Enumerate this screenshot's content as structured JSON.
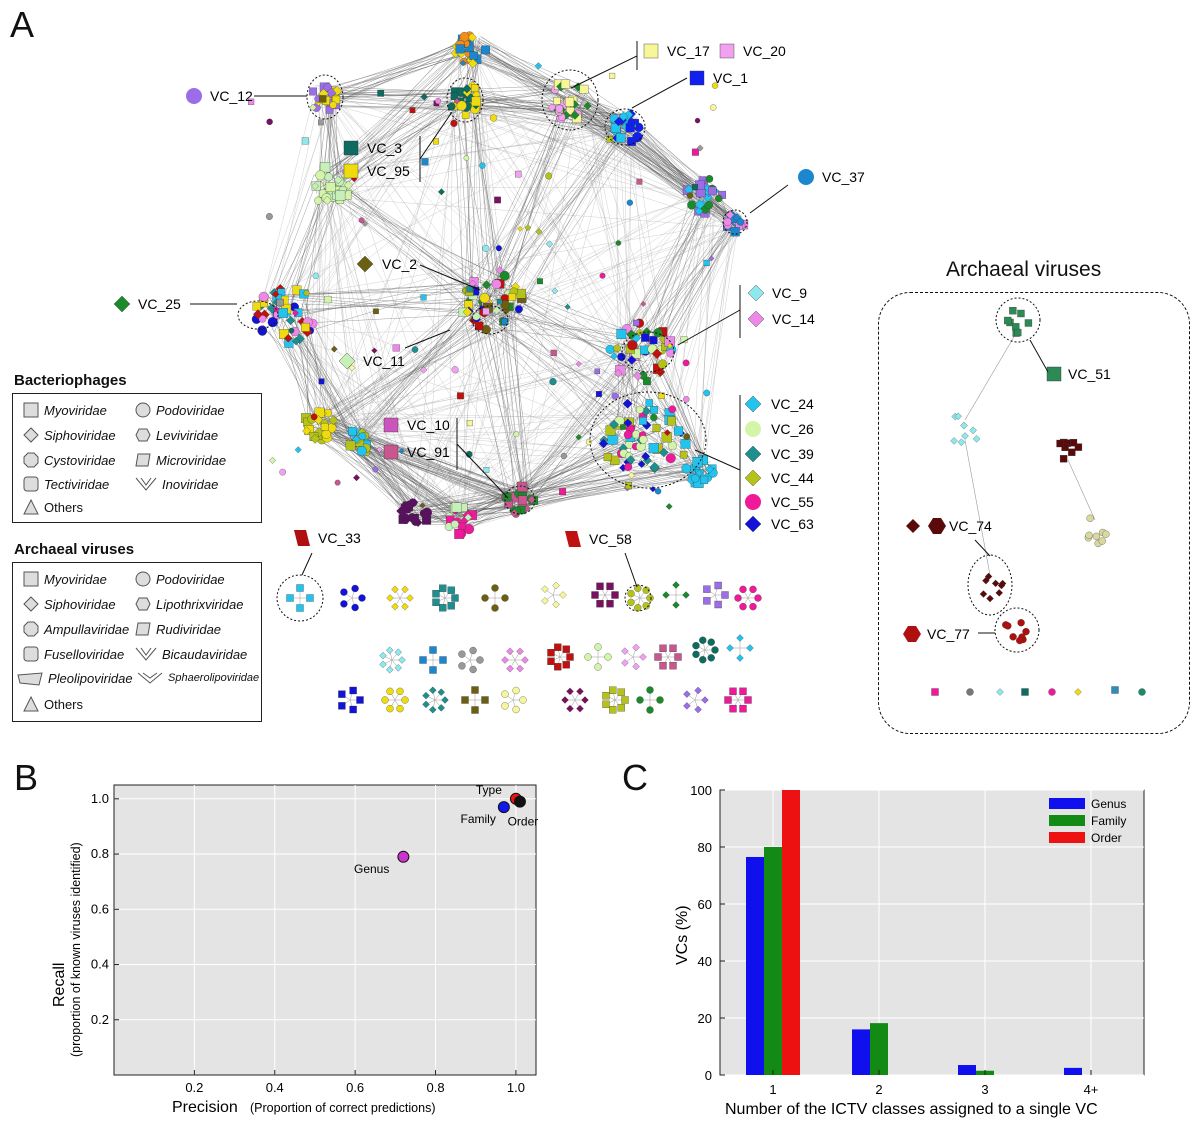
{
  "panels": {
    "a": "A",
    "b": "B",
    "c": "C"
  },
  "network": {
    "vc_labels": [
      {
        "id": "VC_12",
        "color": "#9b6ee8",
        "shape": "circle"
      },
      {
        "id": "VC_17",
        "color": "#f7f79a",
        "shape": "square"
      },
      {
        "id": "VC_20",
        "color": "#f2a1f0",
        "shape": "square"
      },
      {
        "id": "VC_1",
        "color": "#1020ee",
        "shape": "square"
      },
      {
        "id": "VC_3",
        "color": "#0e6b60",
        "shape": "square"
      },
      {
        "id": "VC_95",
        "color": "#eedc10",
        "shape": "square"
      },
      {
        "id": "VC_37",
        "color": "#1b87cf",
        "shape": "circle"
      },
      {
        "id": "VC_2",
        "color": "#6b5f12",
        "shape": "diamond"
      },
      {
        "id": "VC_25",
        "color": "#1a8a2a",
        "shape": "diamond"
      },
      {
        "id": "VC_11",
        "color": "#c7f0b8",
        "shape": "diamond"
      },
      {
        "id": "VC_9",
        "color": "#8ee8ee",
        "shape": "diamond"
      },
      {
        "id": "VC_14",
        "color": "#ee88e8",
        "shape": "diamond"
      },
      {
        "id": "VC_10",
        "color": "#cc55bb",
        "shape": "square"
      },
      {
        "id": "VC_91",
        "color": "#c9578f",
        "shape": "square"
      },
      {
        "id": "VC_24",
        "color": "#22c4ee",
        "shape": "diamond"
      },
      {
        "id": "VC_26",
        "color": "#d3f5a8",
        "shape": "circle"
      },
      {
        "id": "VC_39",
        "color": "#1e8f8f",
        "shape": "diamond"
      },
      {
        "id": "VC_44",
        "color": "#b5c21a",
        "shape": "diamond"
      },
      {
        "id": "VC_55",
        "color": "#ee1a9a",
        "shape": "circle"
      },
      {
        "id": "VC_63",
        "color": "#1212d8",
        "shape": "diamond"
      },
      {
        "id": "VC_33",
        "color": "#b00f0f",
        "shape": "parallelogram"
      },
      {
        "id": "VC_58",
        "color": "#c01010",
        "shape": "parallelogram"
      },
      {
        "id": "VC_51",
        "color": "#2e8a55",
        "shape": "square"
      },
      {
        "id": "VC_74",
        "color": "#5a0a0a",
        "shape": "hexagon"
      },
      {
        "id": "VC_77",
        "color": "#b00f0f",
        "shape": "hexagon"
      }
    ],
    "archaeal_title": "Archaeal viruses",
    "bacteriophages_legend": {
      "title": "Bacteriophages",
      "items": [
        "Myoviridae",
        "Podoviridae",
        "Siphoviridae",
        "Leviviridae",
        "Cystoviridae",
        "Microviridae",
        "Tectiviridae",
        "Inoviridae",
        "Others"
      ]
    },
    "archaeal_legend": {
      "title": "Archaeal viruses",
      "items": [
        "Myoviridae",
        "Podoviridae",
        "Siphoviridae",
        "Lipothrixviridae",
        "Ampullaviridae",
        "Rudiviridae",
        "Fuselloviridae",
        "Bicaudaviridae",
        "Pleolipoviridae",
        "Sphaerolipoviridae",
        "Others"
      ]
    }
  },
  "chart_data": [
    {
      "type": "scatter",
      "panel": "B",
      "title": "",
      "xlabel": "Precision",
      "xlabel_note": "(Proportion of correct predictions)",
      "ylabel": "Recall",
      "ylabel_note": "(proportion of known viruses identified)",
      "xlim": [
        0,
        1.05
      ],
      "ylim": [
        0,
        1.05
      ],
      "xticks": [
        "0.2",
        "0.4",
        "0.6",
        "0.8",
        "1.0"
      ],
      "yticks": [
        "0.2",
        "0.4",
        "0.6",
        "0.8",
        "1.0"
      ],
      "grid": true,
      "points": [
        {
          "label": "Genus",
          "x": 0.72,
          "y": 0.79,
          "color": "#cc33cc"
        },
        {
          "label": "Family",
          "x": 0.97,
          "y": 0.97,
          "color": "#1515ee"
        },
        {
          "label": "Type",
          "x": 1.0,
          "y": 1.0,
          "color": "#ee1111"
        },
        {
          "label": "Order",
          "x": 1.01,
          "y": 0.99,
          "color": "#111111"
        }
      ]
    },
    {
      "type": "bar",
      "panel": "C",
      "title": "",
      "xlabel": "Number of the ICTV classes assigned to a single  VC",
      "ylabel": "VCs (%)",
      "ylim": [
        0,
        100
      ],
      "yticks": [
        "0",
        "20",
        "40",
        "60",
        "80",
        "100"
      ],
      "categories": [
        "1",
        "2",
        "3",
        "4+"
      ],
      "grid": true,
      "legend_position": "top-right",
      "series": [
        {
          "name": "Genus",
          "color": "#1010ee",
          "values": [
            76.5,
            16,
            3.5,
            2.5
          ]
        },
        {
          "name": "Family",
          "color": "#138a13",
          "values": [
            80,
            18.2,
            1.5,
            0
          ]
        },
        {
          "name": "Order",
          "color": "#ee1111",
          "values": [
            100,
            0,
            0,
            0
          ]
        }
      ]
    }
  ]
}
